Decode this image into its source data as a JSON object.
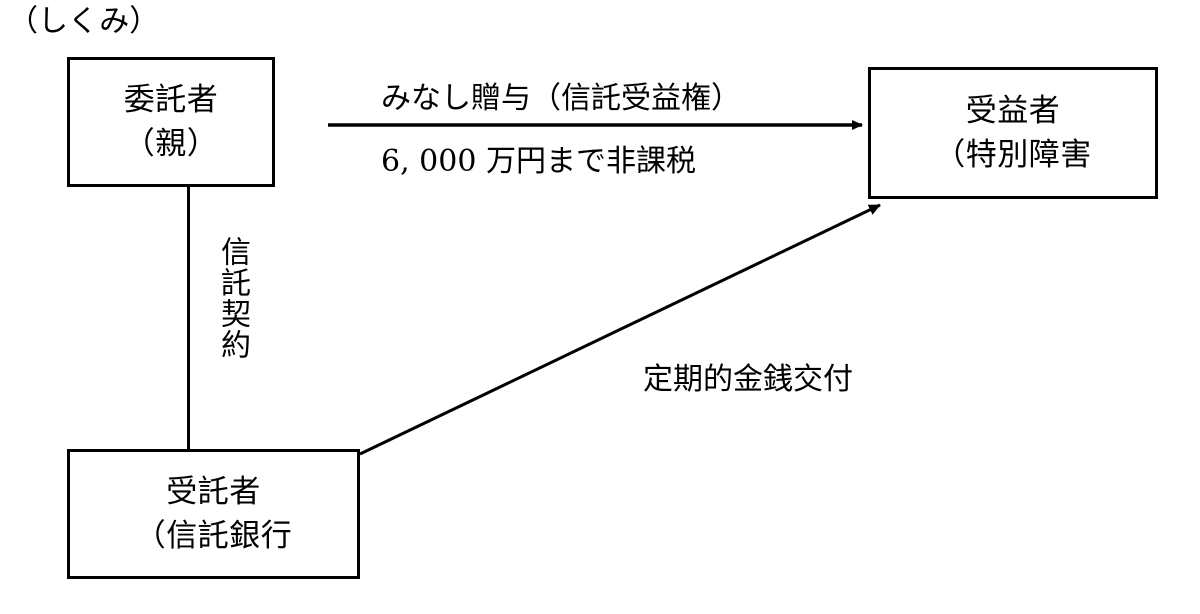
{
  "diagram": {
    "title": "（しくみ）",
    "type": "flow-diagram",
    "nodes": [
      {
        "id": "settlor",
        "lines": [
          "委託者",
          "（親）"
        ],
        "line1": "委託者",
        "line2": "（親）"
      },
      {
        "id": "beneficiary",
        "lines": [
          "受益者",
          "（特別障害"
        ],
        "line1": "受益者",
        "line2": "（特別障害"
      },
      {
        "id": "trustee",
        "lines": [
          "受託者",
          "（信託銀行"
        ],
        "line1": "受託者",
        "line2": "（信託銀行"
      }
    ],
    "edges": [
      {
        "id": "deemed-gift",
        "from": "settlor",
        "to": "beneficiary",
        "label_above": "みなし贈与（信託受益権）",
        "label_below": "6, 000 万円まで非課税",
        "arrow": "right"
      },
      {
        "id": "trust-contract",
        "from": "settlor",
        "to": "trustee",
        "label": "信託契約",
        "orientation": "vertical",
        "arrow": "none"
      },
      {
        "id": "periodic-payment",
        "from": "trustee",
        "to": "beneficiary",
        "label": "定期的金銭交付",
        "arrow": "diagonal-up-right"
      }
    ],
    "colors": {
      "stroke": "#000000",
      "background": "#ffffff",
      "text": "#000000"
    }
  }
}
